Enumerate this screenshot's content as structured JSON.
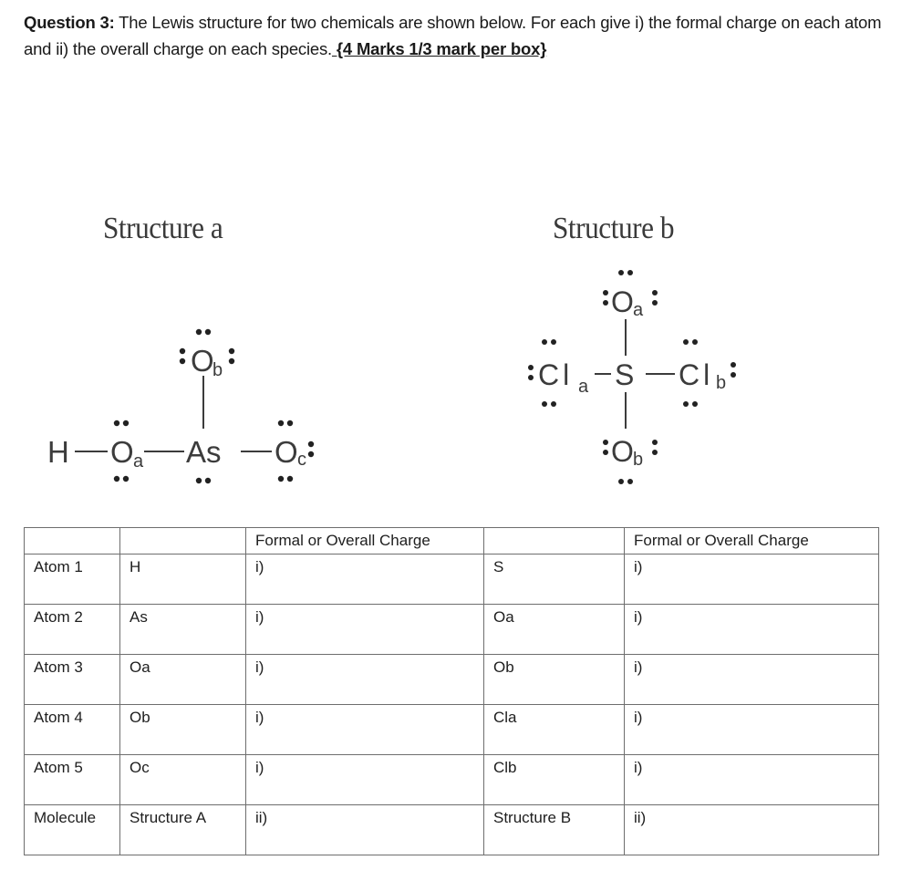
{
  "question": {
    "number_label": "Question 3:",
    "text": " The Lewis structure for two chemicals are shown below. For each give i) the formal charge on each atom and ii) the overall charge on each species.",
    "marks_lead": " ",
    "marks": "{4 Marks 1/3 mark per box}"
  },
  "structure_a": {
    "title": "Structure a",
    "atoms": {
      "h": "H",
      "oa": "O",
      "oa_sub": "a",
      "as": "As",
      "ob": "O",
      "ob_sub": "b",
      "oc": "O",
      "oc_sub": "c"
    }
  },
  "structure_b": {
    "title": "Structure b",
    "atoms": {
      "s": "S",
      "oa": "O",
      "oa_sub": "a",
      "ob": "O",
      "ob_sub": "b",
      "cla": "Cl",
      "cla_sub": "a",
      "clb": "Cl",
      "clb_sub": "b"
    }
  },
  "table": {
    "header": [
      "",
      "",
      "Formal or Overall Charge",
      "",
      "Formal or Overall Charge"
    ],
    "rows": [
      {
        "label": "Atom 1",
        "a_atom": "H",
        "a_answer": "i)",
        "b_atom": "S",
        "b_answer": "i)"
      },
      {
        "label": "Atom 2",
        "a_atom": "As",
        "a_answer": "i)",
        "b_atom": "Oa",
        "b_answer": "i)"
      },
      {
        "label": "Atom 3",
        "a_atom": "Oa",
        "a_answer": "i)",
        "b_atom": "Ob",
        "b_answer": "i)"
      },
      {
        "label": "Atom 4",
        "a_atom": "Ob",
        "a_answer": "i)",
        "b_atom": "Cla",
        "b_answer": "i)"
      },
      {
        "label": "Atom 5",
        "a_atom": "Oc",
        "a_answer": "i)",
        "b_atom": "Clb",
        "b_answer": "i)"
      },
      {
        "label": "Molecule",
        "a_atom": "Structure A",
        "a_answer": "ii)",
        "b_atom": "Structure B",
        "b_answer": "ii)"
      }
    ]
  }
}
